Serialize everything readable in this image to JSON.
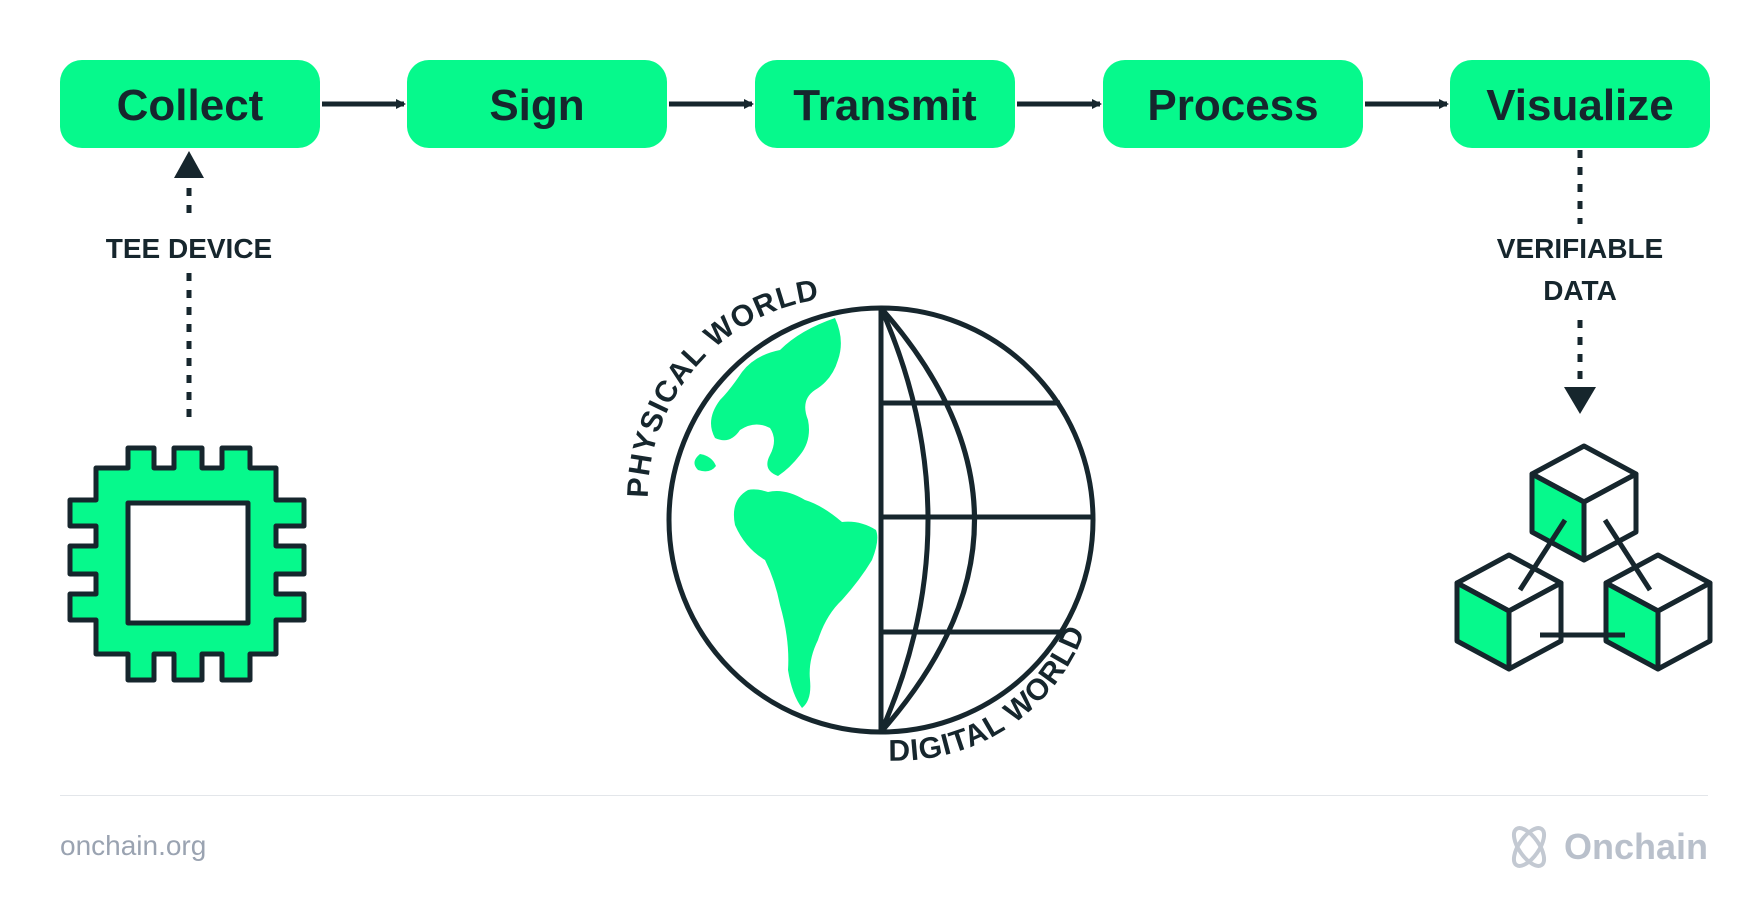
{
  "flow": {
    "steps": [
      "Collect",
      "Sign",
      "Transmit",
      "Process",
      "Visualize"
    ]
  },
  "labels": {
    "tee_device": "TEE DEVICE",
    "verifiable_line1": "VERIFIABLE",
    "verifiable_line2": "DATA",
    "physical_world": "PHYSICAL WORLD",
    "digital_world": "DIGITAL WORLD"
  },
  "footer": {
    "url": "onchain.org",
    "brand": "Onchain"
  },
  "colors": {
    "accent": "#06f98c",
    "ink": "#16262d",
    "muted": "#9aa3b1"
  },
  "icons": {
    "left": "chip-icon",
    "center": "globe-icon",
    "right": "blockchain-cubes-icon",
    "brand": "onchain-logo-icon"
  }
}
